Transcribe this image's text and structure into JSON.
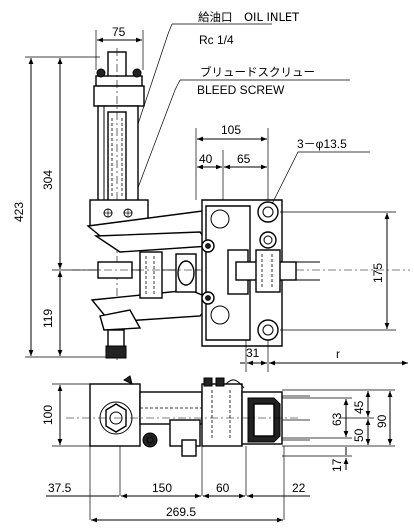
{
  "notes": {
    "oil_inlet_label": "給油口　OIL INLET",
    "oil_inlet_thread": "Rc 1/4",
    "bleed_screw_jp": "ブリュードスクリュー",
    "bleed_screw_en": "BLEED  SCREW",
    "holes": "3－φ13.5"
  },
  "dimensions": {
    "top_width": "75",
    "overall_height": "423",
    "upper_height": "304",
    "lower_height": "119",
    "base_width": "105",
    "base_left": "40",
    "base_right": "65",
    "hole_pitch": "175",
    "edge_offset": "31",
    "radius": "r",
    "side_height": "100",
    "right_45": "45",
    "right_90": "90",
    "right_63": "63",
    "right_50": "50",
    "right_17": "17",
    "bottom_37_5": "37.5",
    "bottom_150": "150",
    "bottom_60": "60",
    "bottom_22": "22",
    "overall_length": "269.5"
  }
}
